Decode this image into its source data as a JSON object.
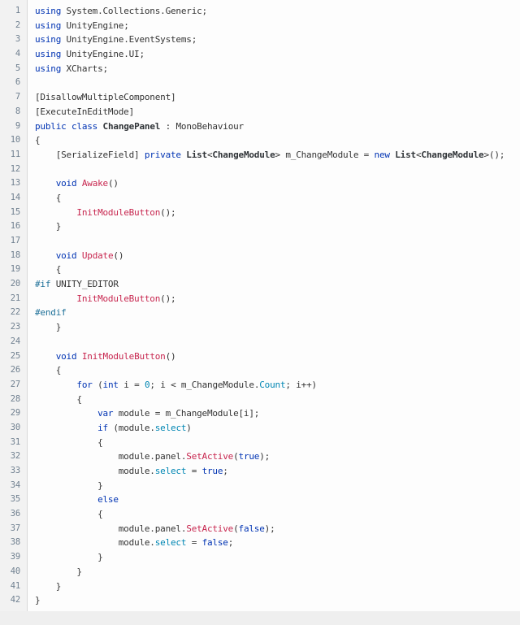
{
  "editor": {
    "colors": {
      "keyword": "#0033b3",
      "plain": "#333333",
      "function": "#c7254e",
      "type": "#2f3337",
      "member": "#0086b3",
      "directive": "#1f7199",
      "line_number": "#708090",
      "gutter_bg": "#f2f2f2",
      "gutter_border": "#d9d9d9",
      "code_bg": "#fdfdfd",
      "page_bg": "#efefef"
    },
    "lines": [
      {
        "n": 1,
        "t": [
          [
            "k",
            "using"
          ],
          [
            "p",
            " System.Collections.Generic;"
          ]
        ]
      },
      {
        "n": 2,
        "t": [
          [
            "k",
            "using"
          ],
          [
            "p",
            " UnityEngine;"
          ]
        ]
      },
      {
        "n": 3,
        "t": [
          [
            "k",
            "using"
          ],
          [
            "p",
            " UnityEngine.EventSystems;"
          ]
        ]
      },
      {
        "n": 4,
        "t": [
          [
            "k",
            "using"
          ],
          [
            "p",
            " UnityEngine.UI;"
          ]
        ]
      },
      {
        "n": 5,
        "t": [
          [
            "k",
            "using"
          ],
          [
            "p",
            " XCharts;"
          ]
        ]
      },
      {
        "n": 6,
        "t": []
      },
      {
        "n": 7,
        "t": [
          [
            "p",
            "[DisallowMultipleComponent]"
          ]
        ]
      },
      {
        "n": 8,
        "t": [
          [
            "p",
            "[ExecuteInEditMode]"
          ]
        ]
      },
      {
        "n": 9,
        "t": [
          [
            "k",
            "public"
          ],
          [
            "p",
            " "
          ],
          [
            "k",
            "class"
          ],
          [
            "p",
            " "
          ],
          [
            "y",
            "ChangePanel"
          ],
          [
            "p",
            " : MonoBehaviour"
          ]
        ]
      },
      {
        "n": 10,
        "t": [
          [
            "p",
            "{"
          ]
        ]
      },
      {
        "n": 11,
        "t": [
          [
            "p",
            "    [SerializeField] "
          ],
          [
            "k",
            "private"
          ],
          [
            "p",
            " "
          ],
          [
            "y",
            "List"
          ],
          [
            "p",
            "<"
          ],
          [
            "y",
            "ChangeModule"
          ],
          [
            "p",
            "> m_ChangeModule = "
          ],
          [
            "k",
            "new"
          ],
          [
            "p",
            " "
          ],
          [
            "y",
            "List"
          ],
          [
            "p",
            "<"
          ],
          [
            "y",
            "ChangeModule"
          ],
          [
            "p",
            ">();"
          ]
        ]
      },
      {
        "n": 12,
        "t": []
      },
      {
        "n": 13,
        "t": [
          [
            "p",
            "    "
          ],
          [
            "k",
            "void"
          ],
          [
            "p",
            " "
          ],
          [
            "f",
            "Awake"
          ],
          [
            "p",
            "()"
          ]
        ]
      },
      {
        "n": 14,
        "t": [
          [
            "p",
            "    {"
          ]
        ]
      },
      {
        "n": 15,
        "t": [
          [
            "p",
            "        "
          ],
          [
            "f",
            "InitModuleButton"
          ],
          [
            "p",
            "();"
          ]
        ]
      },
      {
        "n": 16,
        "t": [
          [
            "p",
            "    }"
          ]
        ]
      },
      {
        "n": 17,
        "t": []
      },
      {
        "n": 18,
        "t": [
          [
            "p",
            "    "
          ],
          [
            "k",
            "void"
          ],
          [
            "p",
            " "
          ],
          [
            "f",
            "Update"
          ],
          [
            "p",
            "()"
          ]
        ]
      },
      {
        "n": 19,
        "t": [
          [
            "p",
            "    {"
          ]
        ]
      },
      {
        "n": 20,
        "t": [
          [
            "d",
            "#if"
          ],
          [
            "p",
            " UNITY_EDITOR"
          ]
        ]
      },
      {
        "n": 21,
        "t": [
          [
            "p",
            "        "
          ],
          [
            "f",
            "InitModuleButton"
          ],
          [
            "p",
            "();"
          ]
        ]
      },
      {
        "n": 22,
        "t": [
          [
            "d",
            "#endif"
          ]
        ]
      },
      {
        "n": 23,
        "t": [
          [
            "p",
            "    }"
          ]
        ]
      },
      {
        "n": 24,
        "t": []
      },
      {
        "n": 25,
        "t": [
          [
            "p",
            "    "
          ],
          [
            "k",
            "void"
          ],
          [
            "p",
            " "
          ],
          [
            "f",
            "InitModuleButton"
          ],
          [
            "p",
            "()"
          ]
        ]
      },
      {
        "n": 26,
        "t": [
          [
            "p",
            "    {"
          ]
        ]
      },
      {
        "n": 27,
        "t": [
          [
            "p",
            "        "
          ],
          [
            "k",
            "for"
          ],
          [
            "p",
            " ("
          ],
          [
            "k",
            "int"
          ],
          [
            "p",
            " i = "
          ],
          [
            "m",
            "0"
          ],
          [
            "p",
            "; i < m_ChangeModule."
          ],
          [
            "m",
            "Count"
          ],
          [
            "p",
            "; i++)"
          ]
        ]
      },
      {
        "n": 28,
        "t": [
          [
            "p",
            "        {"
          ]
        ]
      },
      {
        "n": 29,
        "t": [
          [
            "p",
            "            "
          ],
          [
            "k",
            "var"
          ],
          [
            "p",
            " module = m_ChangeModule[i];"
          ]
        ]
      },
      {
        "n": 30,
        "t": [
          [
            "p",
            "            "
          ],
          [
            "k",
            "if"
          ],
          [
            "p",
            " (module."
          ],
          [
            "m",
            "select"
          ],
          [
            "p",
            ")"
          ]
        ]
      },
      {
        "n": 31,
        "t": [
          [
            "p",
            "            {"
          ]
        ]
      },
      {
        "n": 32,
        "t": [
          [
            "p",
            "                module.panel."
          ],
          [
            "f",
            "SetActive"
          ],
          [
            "p",
            "("
          ],
          [
            "k",
            "true"
          ],
          [
            "p",
            ");"
          ]
        ]
      },
      {
        "n": 33,
        "t": [
          [
            "p",
            "                module."
          ],
          [
            "m",
            "select"
          ],
          [
            "p",
            " = "
          ],
          [
            "k",
            "true"
          ],
          [
            "p",
            ";"
          ]
        ]
      },
      {
        "n": 34,
        "t": [
          [
            "p",
            "            }"
          ]
        ]
      },
      {
        "n": 35,
        "t": [
          [
            "p",
            "            "
          ],
          [
            "k",
            "else"
          ]
        ]
      },
      {
        "n": 36,
        "t": [
          [
            "p",
            "            {"
          ]
        ]
      },
      {
        "n": 37,
        "t": [
          [
            "p",
            "                module.panel."
          ],
          [
            "f",
            "SetActive"
          ],
          [
            "p",
            "("
          ],
          [
            "k",
            "false"
          ],
          [
            "p",
            ");"
          ]
        ]
      },
      {
        "n": 38,
        "t": [
          [
            "p",
            "                module."
          ],
          [
            "m",
            "select"
          ],
          [
            "p",
            " = "
          ],
          [
            "k",
            "false"
          ],
          [
            "p",
            ";"
          ]
        ]
      },
      {
        "n": 39,
        "t": [
          [
            "p",
            "            }"
          ]
        ]
      },
      {
        "n": 40,
        "t": [
          [
            "p",
            "        }"
          ]
        ]
      },
      {
        "n": 41,
        "t": [
          [
            "p",
            "    }"
          ]
        ]
      },
      {
        "n": 42,
        "t": [
          [
            "p",
            "}"
          ]
        ]
      }
    ]
  }
}
